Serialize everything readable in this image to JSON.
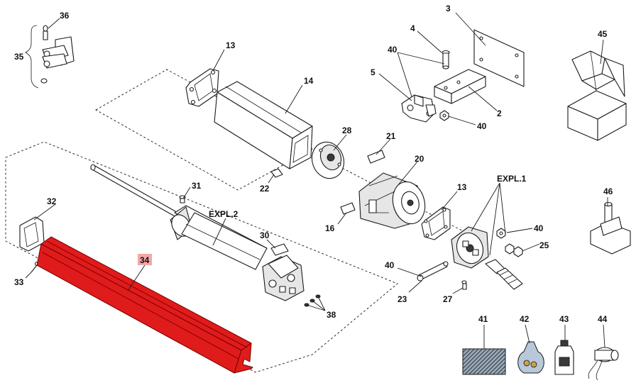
{
  "diagram": {
    "highlight_color": "#e01b1b",
    "callouts": [
      {
        "id": "36",
        "text": "36"
      },
      {
        "id": "35",
        "text": "35"
      },
      {
        "id": "13a",
        "text": "13"
      },
      {
        "id": "14",
        "text": "14"
      },
      {
        "id": "3",
        "text": "3"
      },
      {
        "id": "4",
        "text": "4"
      },
      {
        "id": "40a",
        "text": "40"
      },
      {
        "id": "5",
        "text": "5"
      },
      {
        "id": "2",
        "text": "2"
      },
      {
        "id": "40b",
        "text": "40"
      },
      {
        "id": "45",
        "text": "45"
      },
      {
        "id": "28",
        "text": "28"
      },
      {
        "id": "21",
        "text": "21"
      },
      {
        "id": "20",
        "text": "20"
      },
      {
        "id": "22",
        "text": "22"
      },
      {
        "id": "expl1",
        "text": "EXPL.1"
      },
      {
        "id": "13b",
        "text": "13"
      },
      {
        "id": "31",
        "text": "31"
      },
      {
        "id": "32",
        "text": "32"
      },
      {
        "id": "expl2",
        "text": "EXPL.2"
      },
      {
        "id": "16",
        "text": "16"
      },
      {
        "id": "40c",
        "text": "40"
      },
      {
        "id": "46",
        "text": "46"
      },
      {
        "id": "30",
        "text": "30"
      },
      {
        "id": "25",
        "text": "25"
      },
      {
        "id": "34",
        "text": "34"
      },
      {
        "id": "40d",
        "text": "40"
      },
      {
        "id": "33",
        "text": "33"
      },
      {
        "id": "23",
        "text": "23"
      },
      {
        "id": "27",
        "text": "27"
      },
      {
        "id": "38",
        "text": "38"
      },
      {
        "id": "41",
        "text": "41"
      },
      {
        "id": "42",
        "text": "42"
      },
      {
        "id": "43",
        "text": "43"
      },
      {
        "id": "44",
        "text": "44"
      }
    ]
  }
}
